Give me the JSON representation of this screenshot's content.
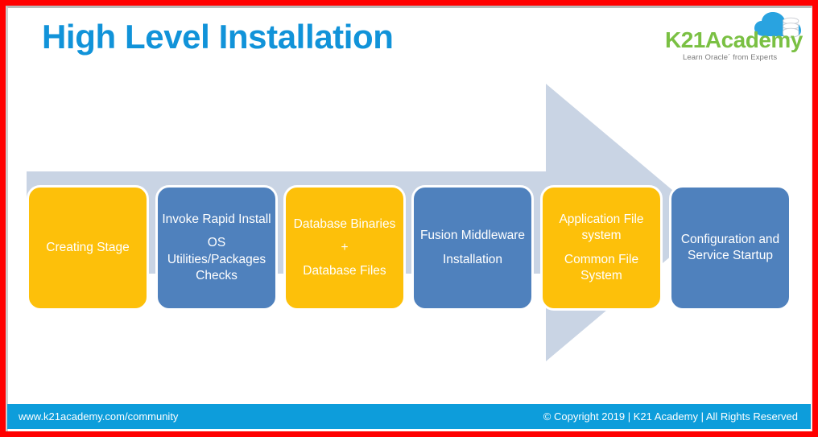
{
  "slide": {
    "title": "High Level Installation",
    "title_color": "#1193d9",
    "frame_color": "#ff0000",
    "background": "#ffffff"
  },
  "logo": {
    "brand_part1": "K21",
    "brand_part2": "Academy",
    "brand_text": "K21Academy",
    "tagline": "Learn Oracle´ from Experts",
    "brand_color": "#7ac043",
    "icon_color": "#29a3e0",
    "cloud_icon": "cloud-icon",
    "database_icon": "database-cylinder-icon"
  },
  "diagram": {
    "arrow_color": "#c9d4e4",
    "arrow_direction": "right",
    "orange_color": "#fdc00a",
    "blue_color": "#4f81bd",
    "steps": [
      {
        "index": 1,
        "color": "orange",
        "lines": [
          "Creating Stage"
        ]
      },
      {
        "index": 2,
        "color": "blue",
        "lines": [
          "Invoke Rapid Install",
          "OS Utilities/Packages Checks"
        ]
      },
      {
        "index": 3,
        "color": "orange",
        "lines": [
          "Database Binaries",
          "+",
          "Database Files"
        ]
      },
      {
        "index": 4,
        "color": "blue",
        "lines": [
          "Fusion Middleware",
          "Installation"
        ]
      },
      {
        "index": 5,
        "color": "orange",
        "lines": [
          "Application File system",
          "Common File System"
        ]
      },
      {
        "index": 6,
        "color": "blue",
        "lines": [
          "Configuration and Service Startup"
        ]
      }
    ]
  },
  "footer": {
    "left": "www.k21academy.com/community",
    "right": "© Copyright 2019 | K21 Academy | All Rights Reserved",
    "background": "#0d9ddb"
  }
}
